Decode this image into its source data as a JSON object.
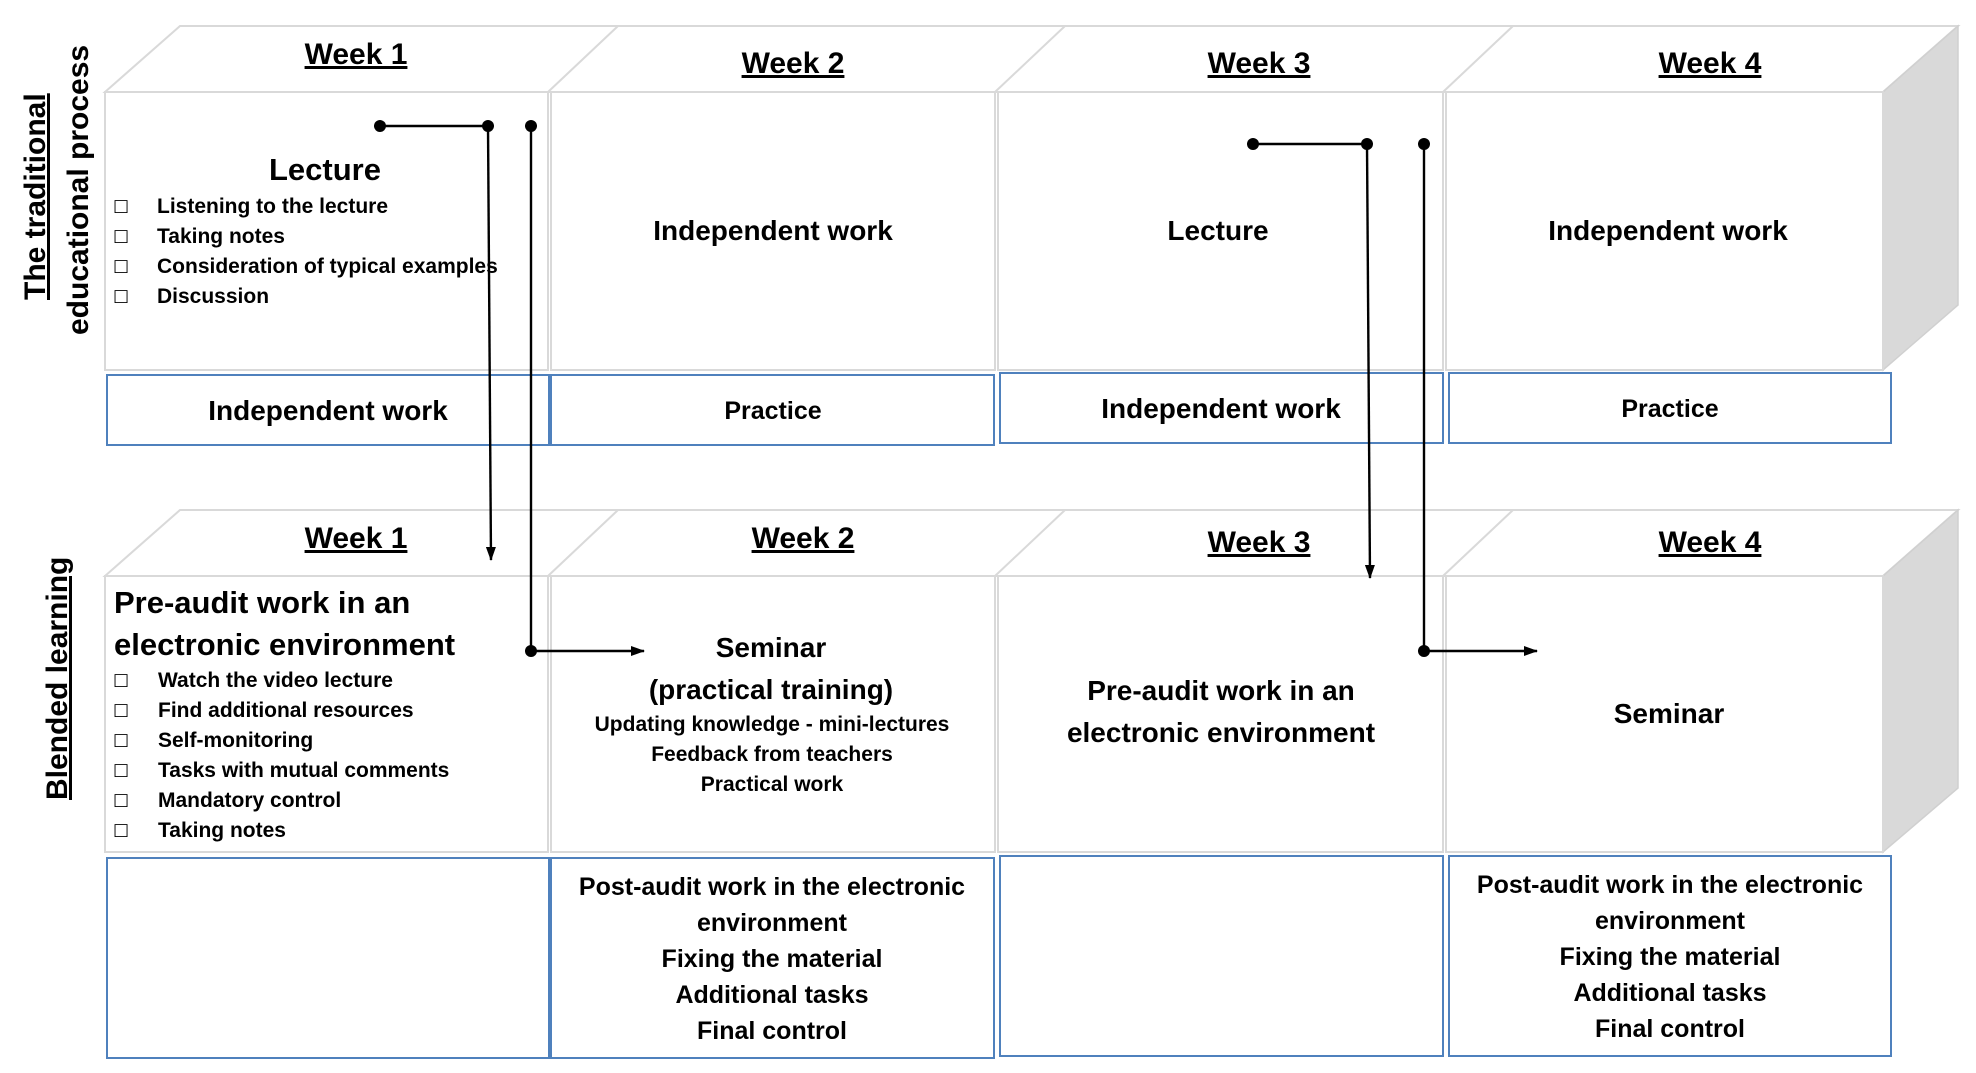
{
  "side_labels": {
    "traditional_line1": "The traditional",
    "traditional_line2": "educational process",
    "blended": "Blended learning"
  },
  "bullet_marker": "□",
  "traditional": {
    "weeks": [
      "Week 1",
      "Week 2",
      "Week 3",
      "Week 4"
    ],
    "main": [
      {
        "title": "Lecture",
        "bullets": [
          "Listening to the lecture",
          "Taking notes",
          "Consideration of typical examples",
          "Discussion"
        ]
      },
      {
        "title": "Independent work"
      },
      {
        "title": "Lecture"
      },
      {
        "title": "Independent work"
      }
    ],
    "sub": [
      "Independent work",
      "Practice",
      "Independent work",
      "Practice"
    ]
  },
  "blended": {
    "weeks": [
      "Week 1",
      "Week 2",
      "Week 3",
      "Week 4"
    ],
    "main": [
      {
        "title_lines": [
          "Pre-audit work in an",
          "electronic environment"
        ],
        "bullets": [
          "Watch the video lecture",
          "Find additional resources",
          "Self-monitoring",
          "Tasks with mutual comments",
          "Mandatory control",
          "Taking notes"
        ]
      },
      {
        "title_lines": [
          "Seminar",
          "(practical training)"
        ],
        "lines": [
          "Updating knowledge - mini-lectures",
          "Feedback from teachers",
          "Practical work"
        ]
      },
      {
        "title_lines": [
          "Pre-audit work in an",
          "electronic environment"
        ]
      },
      {
        "title_lines": [
          "Seminar"
        ]
      }
    ],
    "sub": [
      {
        "lines": []
      },
      {
        "lines": [
          "Post-audit work in the electronic",
          "environment",
          "Fixing the material",
          "Additional tasks",
          "Final control"
        ]
      },
      {
        "lines": []
      },
      {
        "lines": [
          "Post-audit work in the electronic",
          "environment",
          "Fixing the material",
          "Additional tasks",
          "Final control"
        ]
      }
    ]
  }
}
